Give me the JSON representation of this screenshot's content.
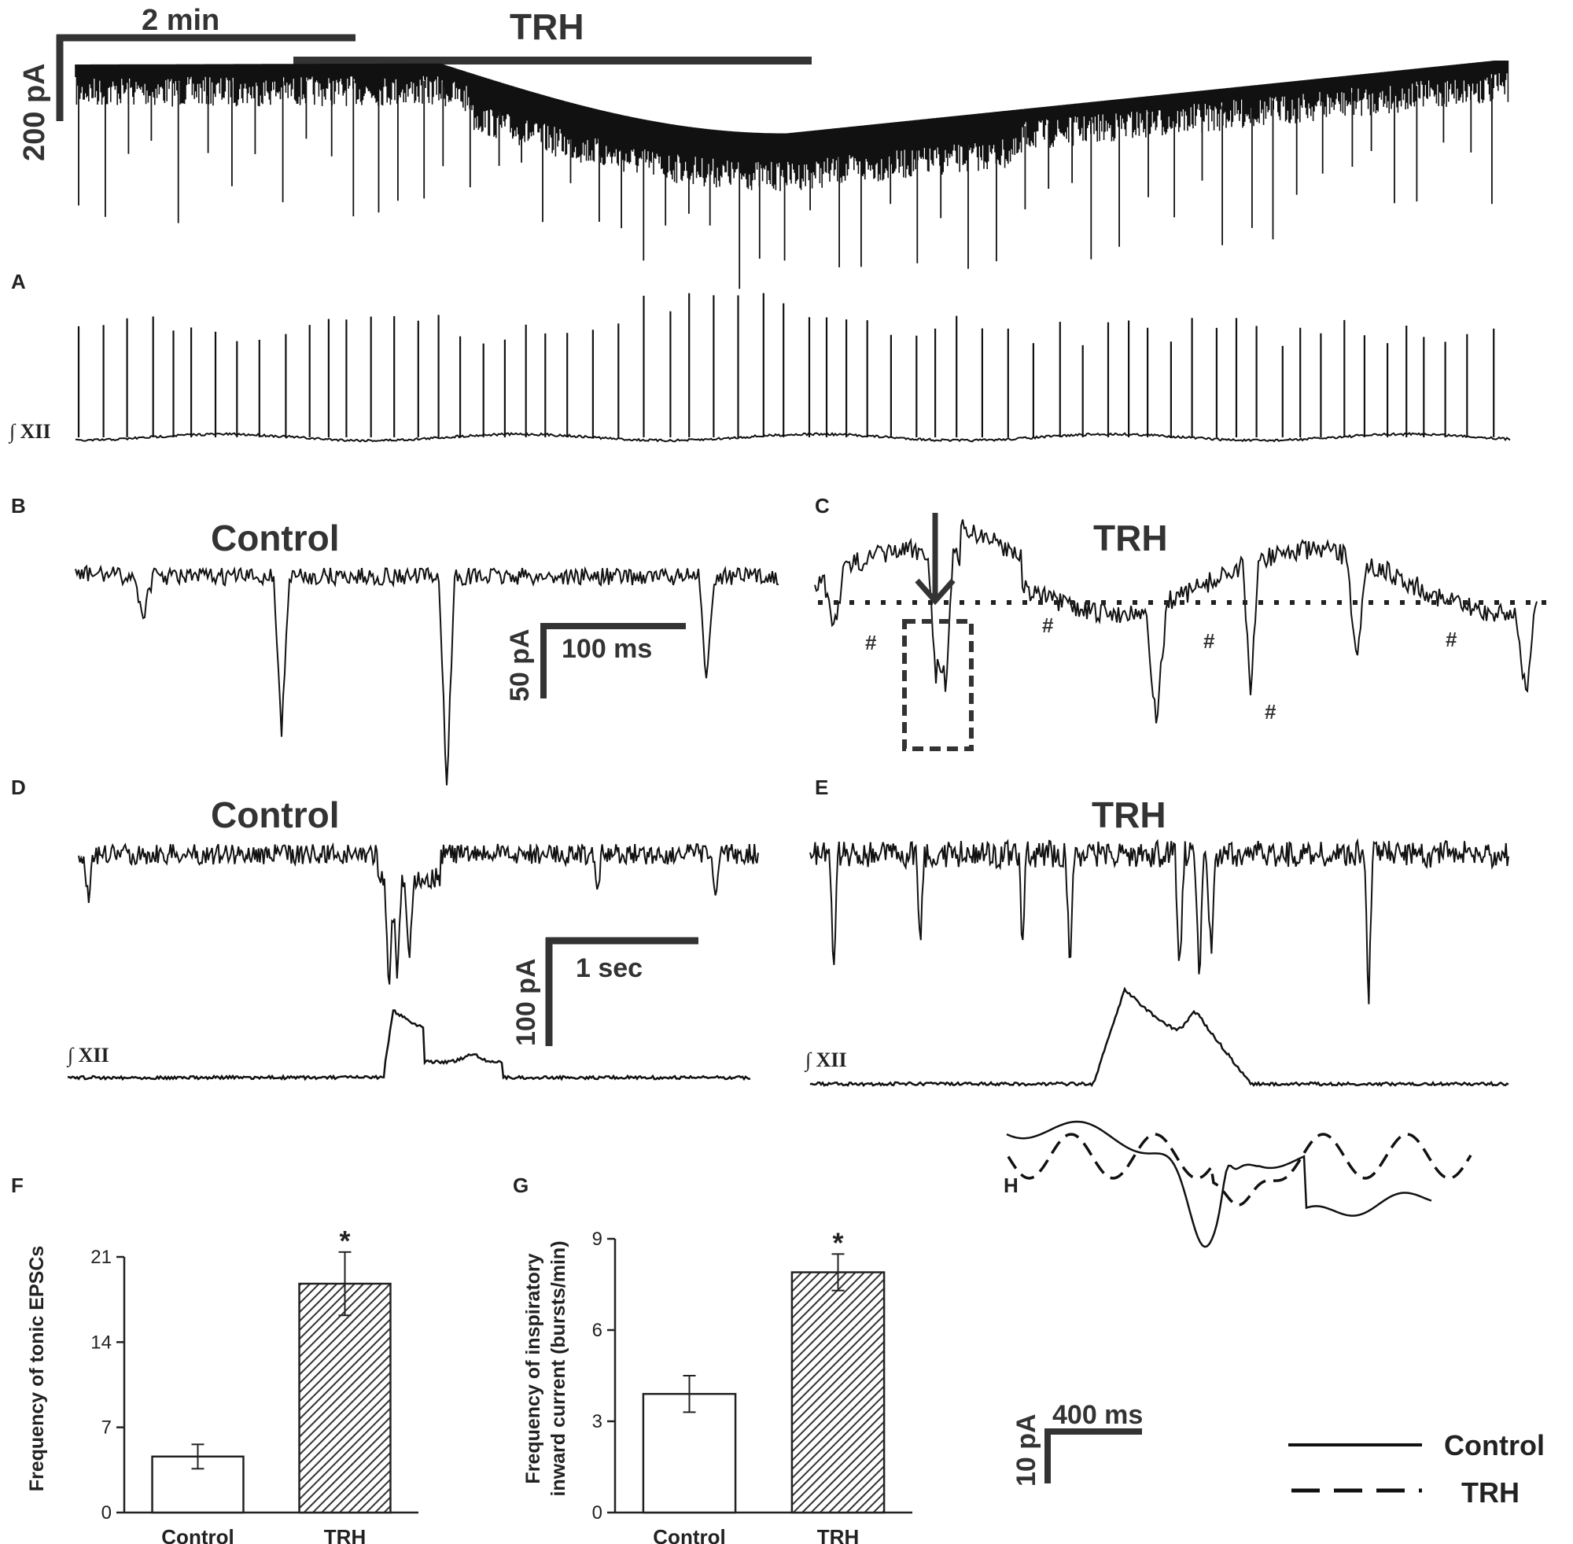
{
  "panels": {
    "A": {
      "label": "A",
      "scale_time": "2 min",
      "scale_current": "200 pA",
      "drug_label": "TRH",
      "trace_label": "∫ XII"
    },
    "B": {
      "label": "B",
      "condition": "Control",
      "scale_current": "50 pA",
      "scale_time": "100 ms"
    },
    "C": {
      "label": "C",
      "condition": "TRH",
      "marker": "#"
    },
    "D": {
      "label": "D",
      "condition": "Control",
      "scale_current": "100 pA",
      "scale_time": "1 sec",
      "trace_label": "∫ XII"
    },
    "E": {
      "label": "E",
      "condition": "TRH",
      "trace_label": "∫ XII"
    },
    "F": {
      "label": "F"
    },
    "G": {
      "label": "G"
    },
    "H": {
      "label": "H",
      "scale_current": "10 pA",
      "scale_time": "400 ms"
    }
  },
  "chart_data": [
    {
      "panel": "F",
      "type": "bar",
      "categories": [
        "Control",
        "TRH"
      ],
      "values": [
        4.6,
        18.8
      ],
      "errors": [
        1.0,
        2.6
      ],
      "ylabel": "Frequency of tonic EPSCs",
      "ylim": [
        0,
        21
      ],
      "yticks": [
        0,
        7,
        14,
        21
      ],
      "significance": [
        "",
        "*"
      ],
      "bar_fill": [
        "white",
        "hatched"
      ]
    },
    {
      "panel": "G",
      "type": "bar",
      "categories": [
        "Control",
        "TRH"
      ],
      "values": [
        3.9,
        7.9
      ],
      "errors": [
        0.6,
        0.6
      ],
      "ylabel": "Frequency of inspiratory inward current (bursts/min)",
      "ylabel_lines": [
        "Frequency of inspiratory",
        "inward current (bursts/min)"
      ],
      "ylim": [
        0,
        9
      ],
      "yticks": [
        0,
        3,
        6,
        9
      ],
      "significance": [
        "",
        "*"
      ],
      "bar_fill": [
        "white",
        "hatched"
      ]
    },
    {
      "panel": "H",
      "type": "line",
      "series": [
        {
          "name": "Control",
          "style": "solid"
        },
        {
          "name": "TRH",
          "style": "dashed"
        }
      ],
      "legend_position": "bottom-right"
    }
  ],
  "colors": {
    "trace": "#111111",
    "text": "#222222",
    "scalebar": "#333333",
    "bar_hatch": "#555555"
  }
}
